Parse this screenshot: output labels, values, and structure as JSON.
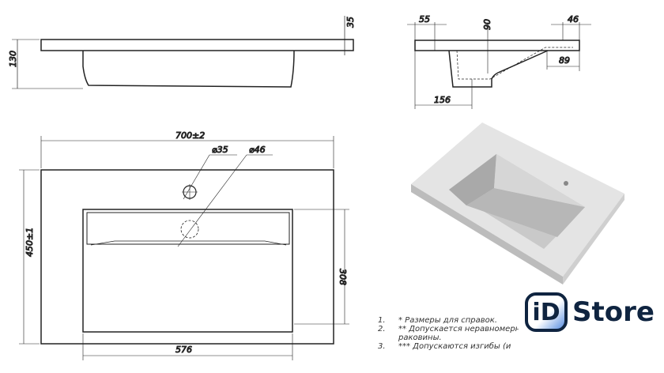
{
  "dimensions": {
    "front_height": "130",
    "front_slab": "35",
    "side_left_offset": "55",
    "side_right_offset": "46",
    "side_depth": "90",
    "side_slope": "89",
    "side_drain": "156",
    "width": "700±2",
    "depth": "450±1",
    "hole_diameter": "⌀35",
    "drain_diameter": "⌀46",
    "basin_depth": "308",
    "basin_width": "576"
  },
  "notes": [
    {
      "num": "1.",
      "text": "* Размеры для справок."
    },
    {
      "num": "2.",
      "text": "** Допускается неравномерность"
    },
    {
      "num": "",
      "text": "раковины."
    },
    {
      "num": "3.",
      "text": "*** Допускаются изгибы (и"
    }
  ],
  "logo": {
    "mark": "iD",
    "text": "Store"
  }
}
